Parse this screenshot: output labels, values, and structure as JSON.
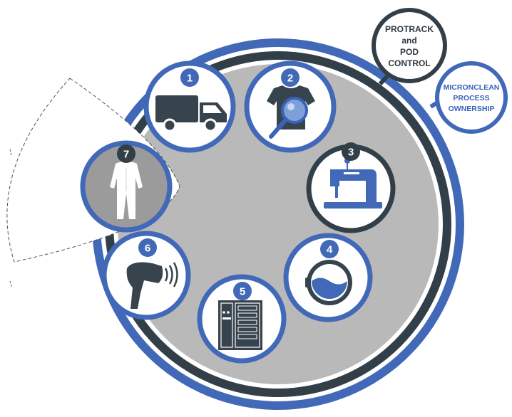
{
  "colors": {
    "blue": "#4169b8",
    "dark": "#323f48",
    "gray_fill": "#b9b9b9",
    "white": "#ffffff",
    "icon_dark": "#38444d"
  },
  "labels": {
    "protrack_line1": "PROTRACK",
    "protrack_line2": "and",
    "protrack_line3": "POD",
    "protrack_line4": "CONTROL",
    "microclean_line1": "MICRONCLEAN",
    "microclean_line2": "PROCESS",
    "microclean_line3": "OWNERSHIP"
  },
  "steps": [
    {
      "number": "1",
      "icon": "delivery-truck-icon"
    },
    {
      "number": "2",
      "icon": "garment-inspection-icon"
    },
    {
      "number": "3",
      "icon": "sewing-machine-icon"
    },
    {
      "number": "4",
      "icon": "washing-machine-icon"
    },
    {
      "number": "5",
      "icon": "cleanroom-cabinet-icon"
    },
    {
      "number": "6",
      "icon": "barcode-scanner-icon"
    },
    {
      "number": "7",
      "icon": "coverall-suit-icon"
    }
  ]
}
